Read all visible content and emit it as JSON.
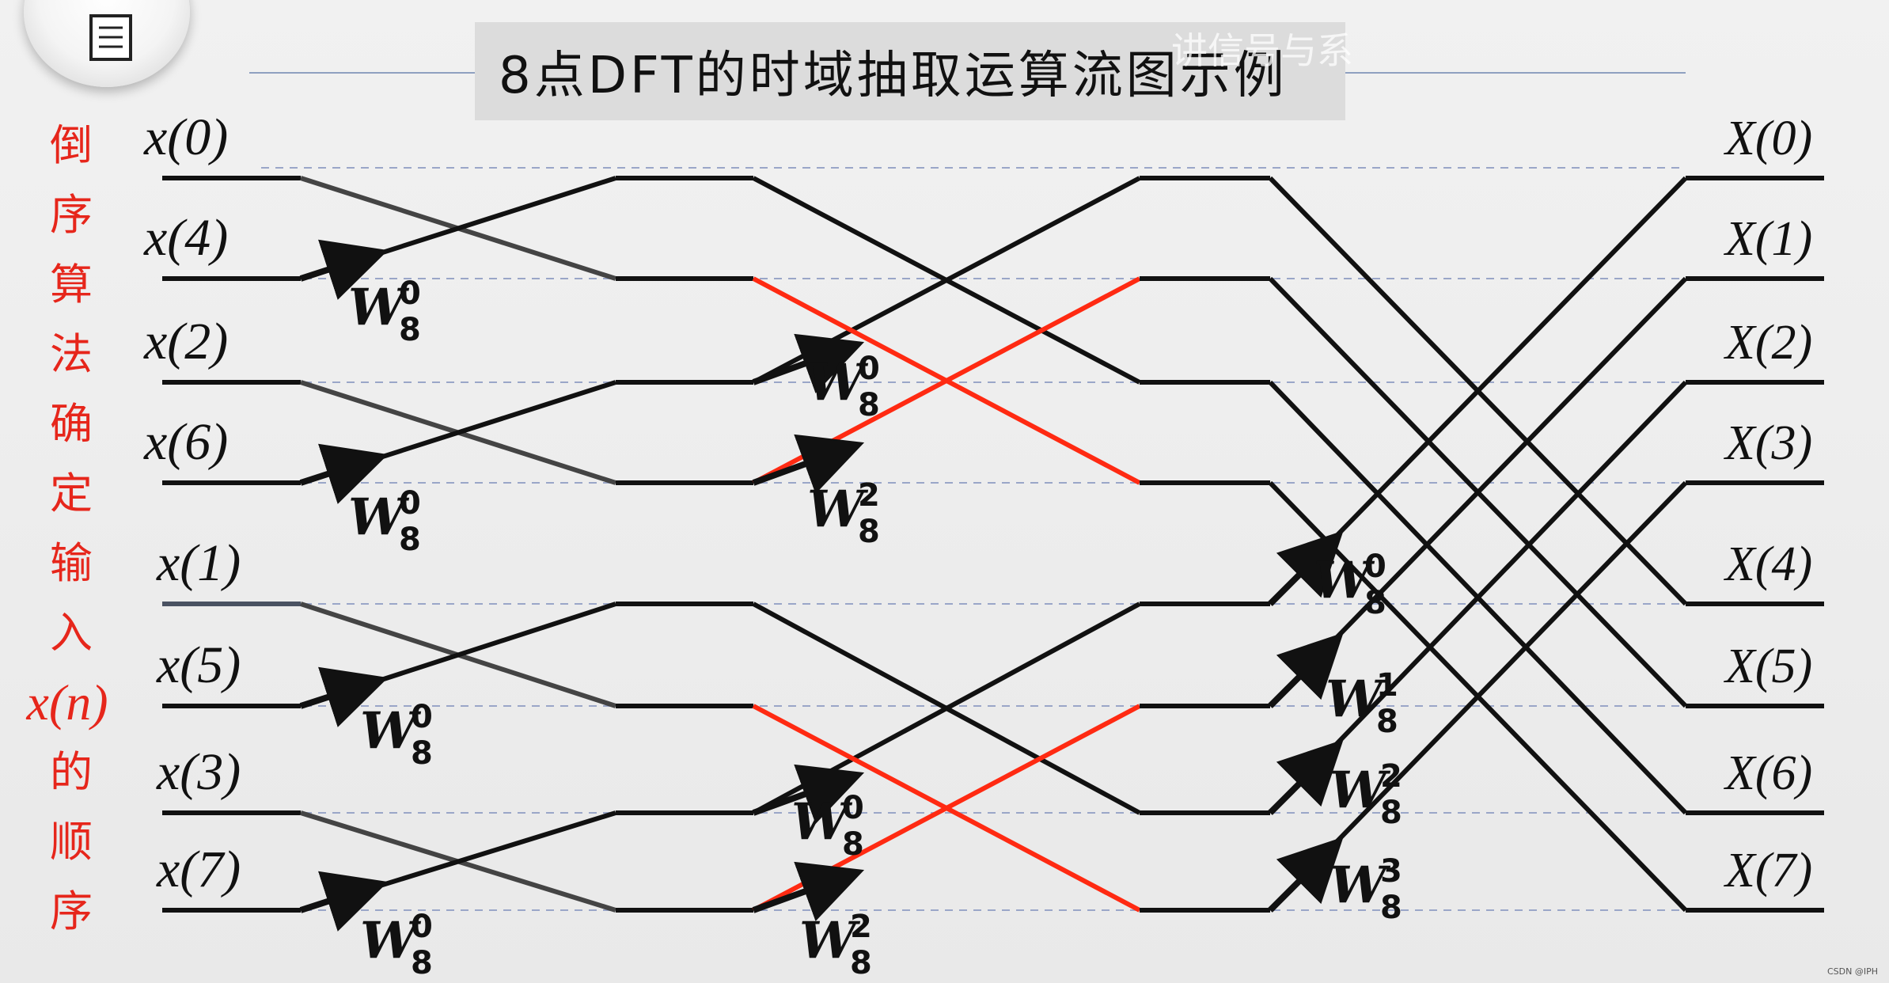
{
  "title": "8点DFT的时域抽取运算流图示例",
  "watermark": "讲信号与系",
  "side_label": {
    "chars": [
      "倒",
      "序",
      "算",
      "法",
      "确",
      "定",
      "输",
      "入"
    ],
    "var": "x(n)",
    "tail": [
      "的",
      "顺",
      "序"
    ]
  },
  "inputs": [
    "x(0)",
    "x(4)",
    "x(2)",
    "x(6)",
    "x(1)",
    "x(5)",
    "x(3)",
    "x(7)"
  ],
  "outputs": [
    "X(0)",
    "X(1)",
    "X(2)",
    "X(3)",
    "X(4)",
    "X(5)",
    "X(6)",
    "X(7)"
  ],
  "twiddles": {
    "stage1": [
      0,
      0,
      0,
      0
    ],
    "stage2": [
      0,
      2,
      0,
      2
    ],
    "stage3": [
      0,
      1,
      2,
      3
    ]
  },
  "twiddle_symbol": "W",
  "twiddle_subscript": "8",
  "colors": {
    "line": "#111111",
    "highlight": "#ff2a12",
    "dashed": "#9aa6c8",
    "gray": "#444444"
  },
  "credit": "CSDN @IPH"
}
